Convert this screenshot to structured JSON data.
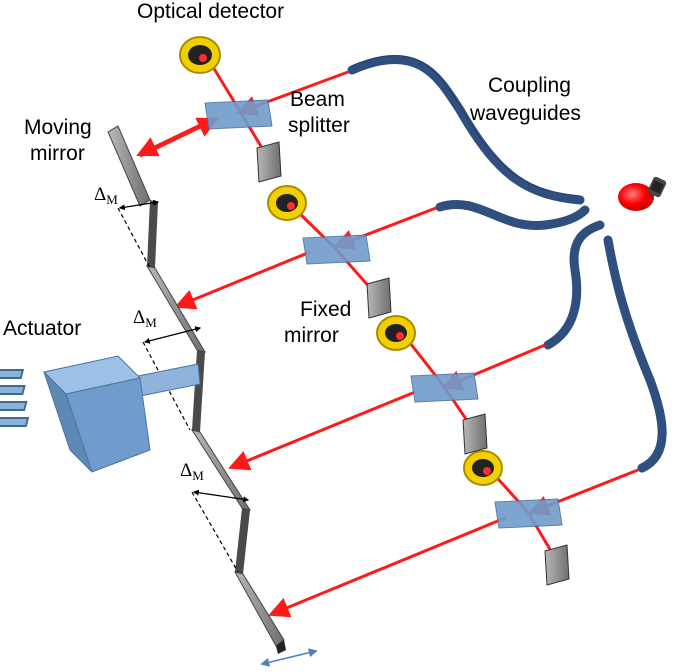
{
  "labels": {
    "optical_detector": "Optical detector",
    "beam": "Beam",
    "splitter": "splitter",
    "coupling": "Coupling",
    "waveguides": "waveguides",
    "moving": "Moving",
    "mirror": "mirror",
    "fixed": "Fixed",
    "fixed_mirror": "mirror",
    "actuator": "Actuator"
  },
  "deltas": [
    {
      "symbol": "Δ",
      "sub": "M"
    },
    {
      "symbol": "Δ",
      "sub": "M"
    },
    {
      "symbol": "Δ",
      "sub": "M"
    }
  ],
  "colors": {
    "beam": "#ff1a1a",
    "waveguide": "#2f4f7f",
    "splitter": "#6f9ccc",
    "detector_ring": "#f2d000",
    "mirror": "#8a8a8a",
    "actuator": "#6f9ccc",
    "source": "#ff0000"
  }
}
